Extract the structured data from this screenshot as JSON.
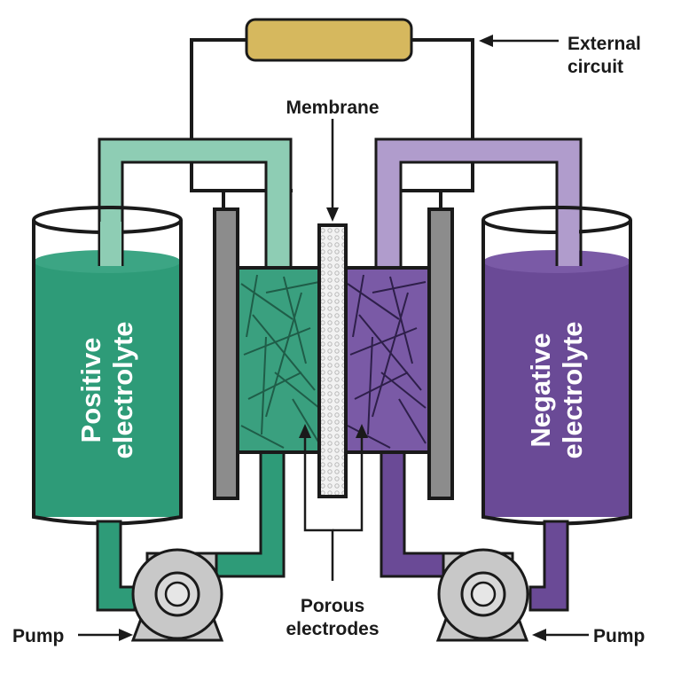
{
  "labels": {
    "external_circuit_line1": "External",
    "external_circuit_line2": "circuit",
    "membrane": "Membrane",
    "positive_line1": "Positive",
    "positive_line2": "electrolyte",
    "negative_line1": "Negative",
    "negative_line2": "electrolyte",
    "porous_line1": "Porous",
    "porous_line2": "electrodes",
    "pump_left": "Pump",
    "pump_right": "Pump"
  },
  "colors": {
    "positive": "#2e9b78",
    "positive_light": "#8ecdb4",
    "negative": "#6a4a96",
    "negative_light": "#b09ccc",
    "resistor": "#d6b85e",
    "electrode_plate": "#8c8c8c",
    "pump_gray": "#c8c8c8",
    "outline": "#1a1a1a"
  }
}
